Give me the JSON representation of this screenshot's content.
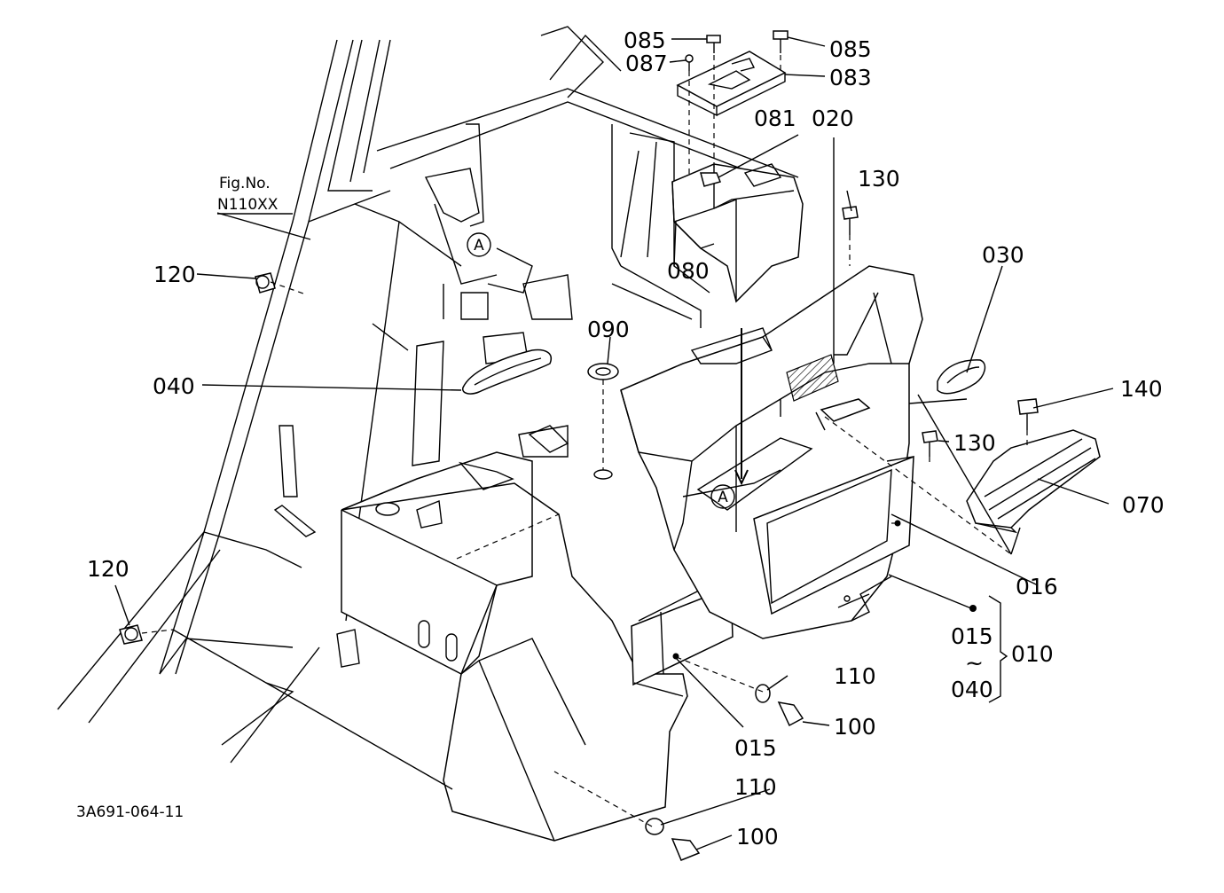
{
  "fig_ref": {
    "line1": "Fig.No.",
    "line2": "N110XX"
  },
  "drawing_number": "3A691-064-11",
  "marker": "A",
  "labels": {
    "p085a": "085",
    "p085b": "085",
    "p087": "087",
    "p083": "083",
    "p081": "081",
    "p020": "020",
    "p130a": "130",
    "p130b": "130",
    "p030": "030",
    "p140": "140",
    "p070": "070",
    "p016": "016",
    "p015a": "015",
    "p015b": "015",
    "p010": "010",
    "p040a": "040",
    "p040b": "040",
    "p110a": "110",
    "p110b": "110",
    "p100a": "100",
    "p100b": "100",
    "p120a": "120",
    "p120b": "120",
    "p080": "080",
    "p090": "090",
    "tilde": "~"
  }
}
